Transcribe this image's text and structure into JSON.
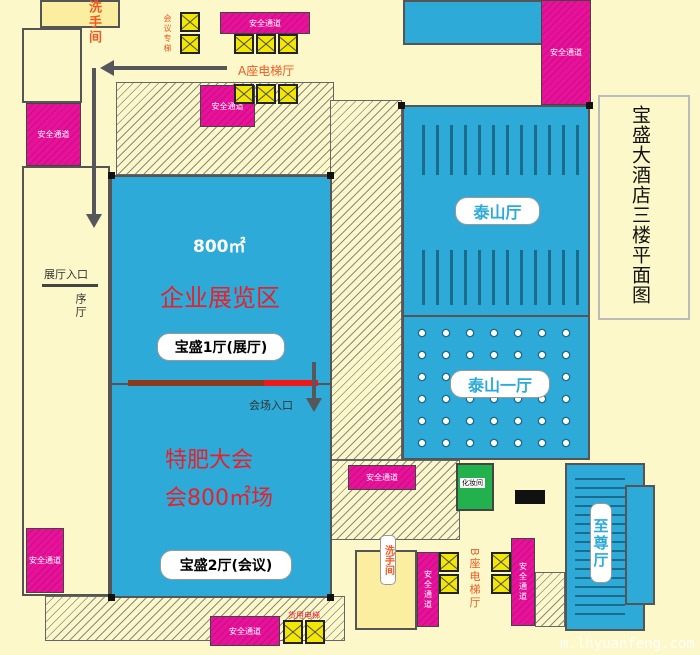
{
  "title": "宝盛大酒店三楼平面图",
  "halls": {
    "expo_area": "800㎡",
    "expo_name": "企业展览区",
    "hall1": "宝盛1厅(展厅)",
    "meeting_name_line1": "特肥大会",
    "meeting_name_line2": "会800㎡场",
    "hall2": "宝盛2厅(会议)",
    "taishan": "泰山厅",
    "taishan1": "泰山一厅",
    "zhizun": "至尊厅"
  },
  "labels": {
    "restroom_top": "洗手间",
    "restroom_bottom": "洗手间",
    "meeting_elevator": "会议专梯",
    "a_elevator_hall": "A座电梯厅",
    "b_elevator_hall": "B座电梯厅",
    "expo_entrance": "展厅入口",
    "foyer": "序厅",
    "venue_entrance": "会场入口",
    "freight_elevator": "货用电梯",
    "dressing_room": "化妆间",
    "safety_exit": "安全通道"
  },
  "watermark": "m.lhyuanfeng.com",
  "colors": {
    "hall": "#2eaad8",
    "safety": "#e8119a",
    "elevator": "#f3e600",
    "background": "#fdf8c9",
    "dressing": "#22b14c"
  }
}
